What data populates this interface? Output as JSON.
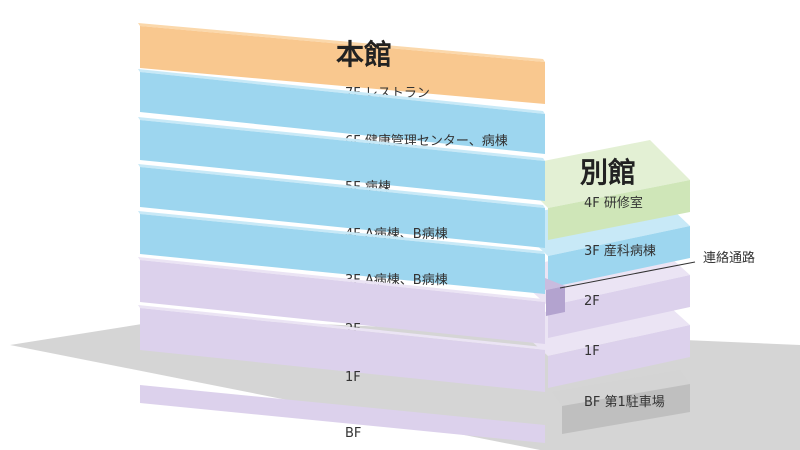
{
  "main_building": {
    "name": "本館",
    "floors": [
      {
        "key": "bf",
        "label": "BF",
        "kind": "purple"
      },
      {
        "key": "1f",
        "label": "1F",
        "kind": "purple"
      },
      {
        "key": "2f",
        "label": "2F",
        "kind": "purple"
      },
      {
        "key": "3f",
        "label": "3F A病棟、B病棟",
        "kind": "blue"
      },
      {
        "key": "4f",
        "label": "4F A病棟、B病棟",
        "kind": "blue"
      },
      {
        "key": "5f",
        "label": "5F 病棟",
        "kind": "blue"
      },
      {
        "key": "6f",
        "label": "6F 健康管理センター、病棟",
        "kind": "blue"
      },
      {
        "key": "7f",
        "label": "7F レストラン",
        "kind": "orange"
      }
    ]
  },
  "annex_building": {
    "name": "別館",
    "floors": [
      {
        "key": "bf",
        "label": "BF 第1駐車場",
        "kind": "gray"
      },
      {
        "key": "1f",
        "label": "1F",
        "kind": "purple"
      },
      {
        "key": "2f",
        "label": "2F",
        "kind": "purple"
      },
      {
        "key": "3f",
        "label": "3F 産科病棟",
        "kind": "blue"
      },
      {
        "key": "4f",
        "label": "4F 研修室",
        "kind": "green"
      }
    ]
  },
  "connector": {
    "label": "連絡通路"
  },
  "colors": {
    "blue_front": "#9dd6ef",
    "blue_top": "#c8e9f7",
    "purple_front": "#dcd1ec",
    "purple_top": "#ebe4f4",
    "orange_front": "#f9c88f",
    "orange_top": "#fbd8ab",
    "green_front": "#cfe6b8",
    "green_top": "#e3f0d4",
    "gray_front": "#bfbfbf",
    "gray_top": "#d4d4d4",
    "ground": "#d5d5d5",
    "connector": "#b3a3cf"
  }
}
